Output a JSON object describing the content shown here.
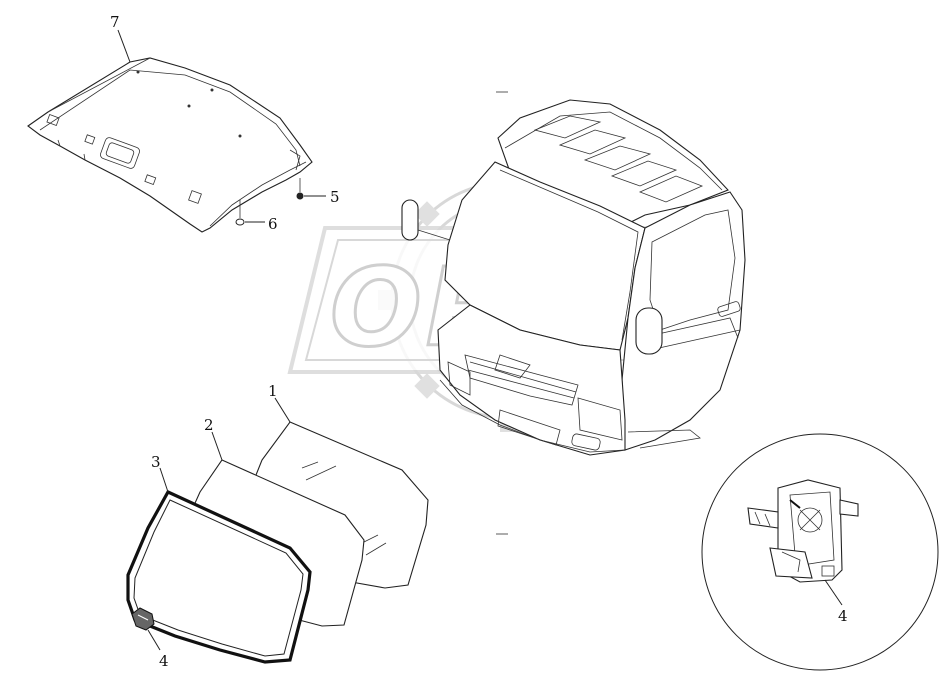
{
  "watermark": {
    "text": "OPEX",
    "color": "#b9b9b9"
  },
  "callouts": {
    "c1": "1",
    "c2": "2",
    "c3": "3",
    "c4a": "4",
    "c4b": "4",
    "c5": "5",
    "c6": "6",
    "c7": "7"
  },
  "parts": {
    "roof_liner": "roof-headliner",
    "cab": "truck-cab",
    "windshield_glass": "windshield-glass",
    "windshield_seal": "windshield-seal",
    "windshield_frame_seal": "windshield-weatherstrip",
    "clip": "mounting-clip",
    "detail_view": "clip-detail-circle"
  }
}
